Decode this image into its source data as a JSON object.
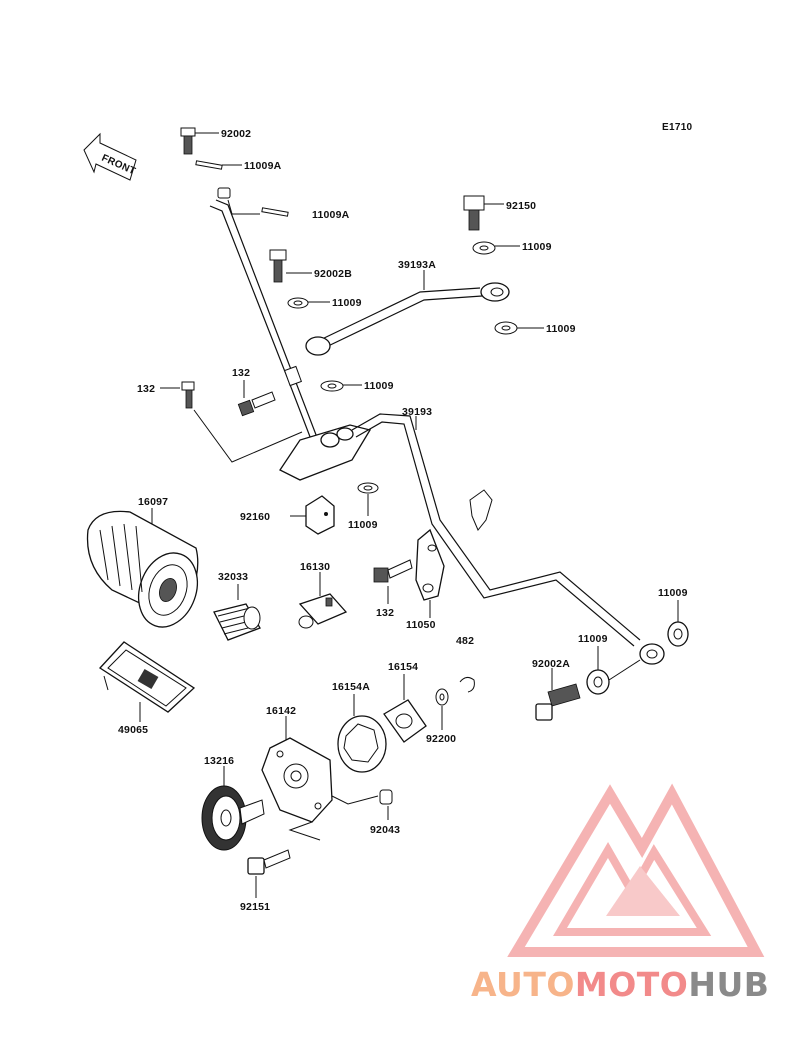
{
  "diagram_code": "E1710",
  "front_label": "FRONT",
  "watermark": {
    "part1": "AUTO",
    "part2": "MOTO",
    "part3": "HUB",
    "color1": "#f7b48a",
    "color2": "#f28a8a",
    "color3": "#8a8a8a",
    "logo_color": "#f29a9a"
  },
  "parts": {
    "p92002": "92002",
    "p11009A_top": "11009A",
    "p11009A_mid": "11009A",
    "p92150": "92150",
    "p11009_a": "11009",
    "p92002B": "92002B",
    "p39193A": "39193A",
    "p11009_b": "11009",
    "p11009_c": "11009",
    "p132_left": "132",
    "p132_mid": "132",
    "p11009_d": "11009",
    "p39193": "39193",
    "p16097": "16097",
    "p92160": "92160",
    "p11009_e": "11009",
    "p32033": "32033",
    "p16130": "16130",
    "p132_low": "132",
    "p11050": "11050",
    "p482": "482",
    "p11009_f": "11009",
    "p11009_g": "11009",
    "p92002A": "92002A",
    "p16154": "16154",
    "p16154A": "16154A",
    "p49065": "49065",
    "p16142": "16142",
    "p92200": "92200",
    "p13216": "13216",
    "p92043": "92043",
    "p92151": "92151"
  }
}
